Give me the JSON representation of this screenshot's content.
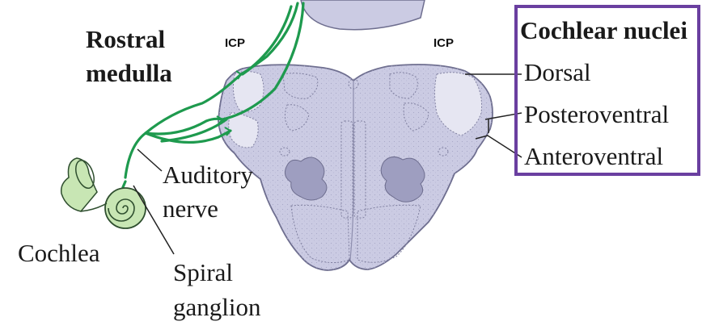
{
  "title": {
    "line1": "Rostral",
    "line2": "medulla"
  },
  "icp_left": "ICP",
  "icp_right": "ICP",
  "legend": {
    "heading": "Cochlear nuclei",
    "items": [
      "Dorsal",
      "Posteroventral",
      "Anteroventral"
    ]
  },
  "labels": {
    "auditory_nerve_1": "Auditory",
    "auditory_nerve_2": "nerve",
    "cochlea": "Cochlea",
    "spiral_ganglion_1": "Spiral",
    "spiral_ganglion_2": "ganglion"
  },
  "colors": {
    "nerve_green": "#1e9a4e",
    "tissue_fill": "#cbcbe3",
    "tissue_stroke": "#6e6e8f",
    "cochlea_fill": "#c8e6b4",
    "legend_border": "#6a3fa0"
  }
}
